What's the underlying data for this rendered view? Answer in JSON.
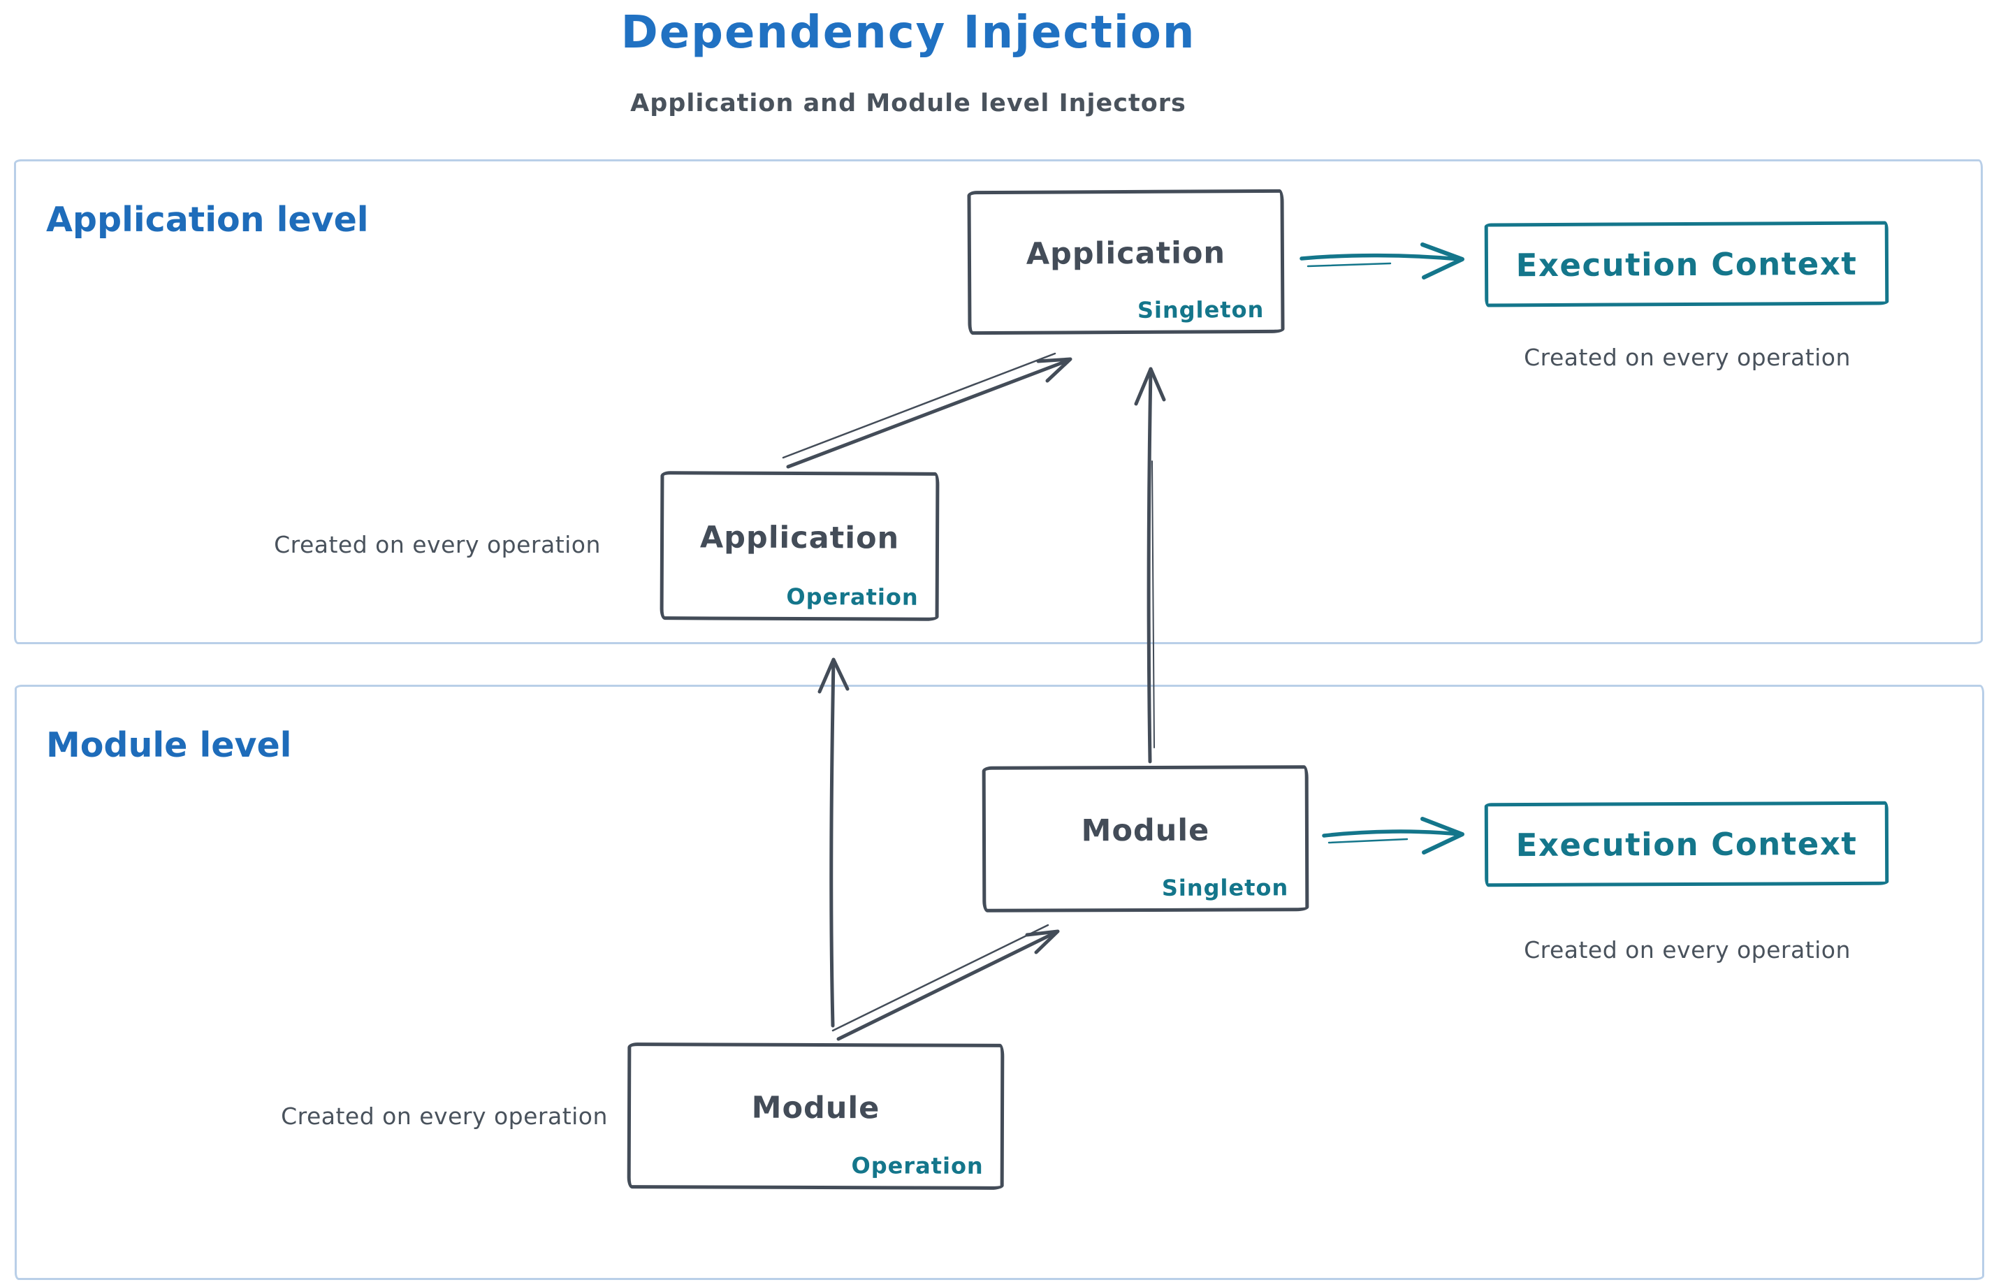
{
  "title": "Dependency Injection",
  "subtitle": "Application and Module level Injectors",
  "colors": {
    "title_blue": "#2071c2",
    "label_blue": "#1e6cba",
    "stroke_dark": "#434c58",
    "accent_teal": "#14768b",
    "container_border": "#b9cfe8",
    "caption_gray": "#49525c",
    "background": "#ffffff"
  },
  "application_level": {
    "label": "Application level",
    "singleton_box": {
      "title": "Application",
      "badge": "Singleton"
    },
    "operation_box": {
      "title": "Application",
      "badge": "Operation"
    },
    "execution_context": {
      "label": "Execution Context",
      "caption": "Created on every operation"
    },
    "operation_caption": "Created on every operation"
  },
  "module_level": {
    "label": "Module level",
    "singleton_box": {
      "title": "Module",
      "badge": "Singleton"
    },
    "operation_box": {
      "title": "Module",
      "badge": "Operation"
    },
    "execution_context": {
      "label": "Execution Context",
      "caption": "Created on every operation"
    },
    "operation_caption": "Created on every operation"
  },
  "arrows": [
    {
      "name": "app-singleton-to-execution-context",
      "color": "teal"
    },
    {
      "name": "app-operation-to-app-singleton",
      "color": "dark"
    },
    {
      "name": "module-singleton-to-app-singleton",
      "color": "dark"
    },
    {
      "name": "module-singleton-to-execution-context",
      "color": "teal"
    },
    {
      "name": "module-operation-to-module-singleton",
      "color": "dark"
    },
    {
      "name": "module-operation-to-app-operation",
      "color": "dark"
    }
  ]
}
